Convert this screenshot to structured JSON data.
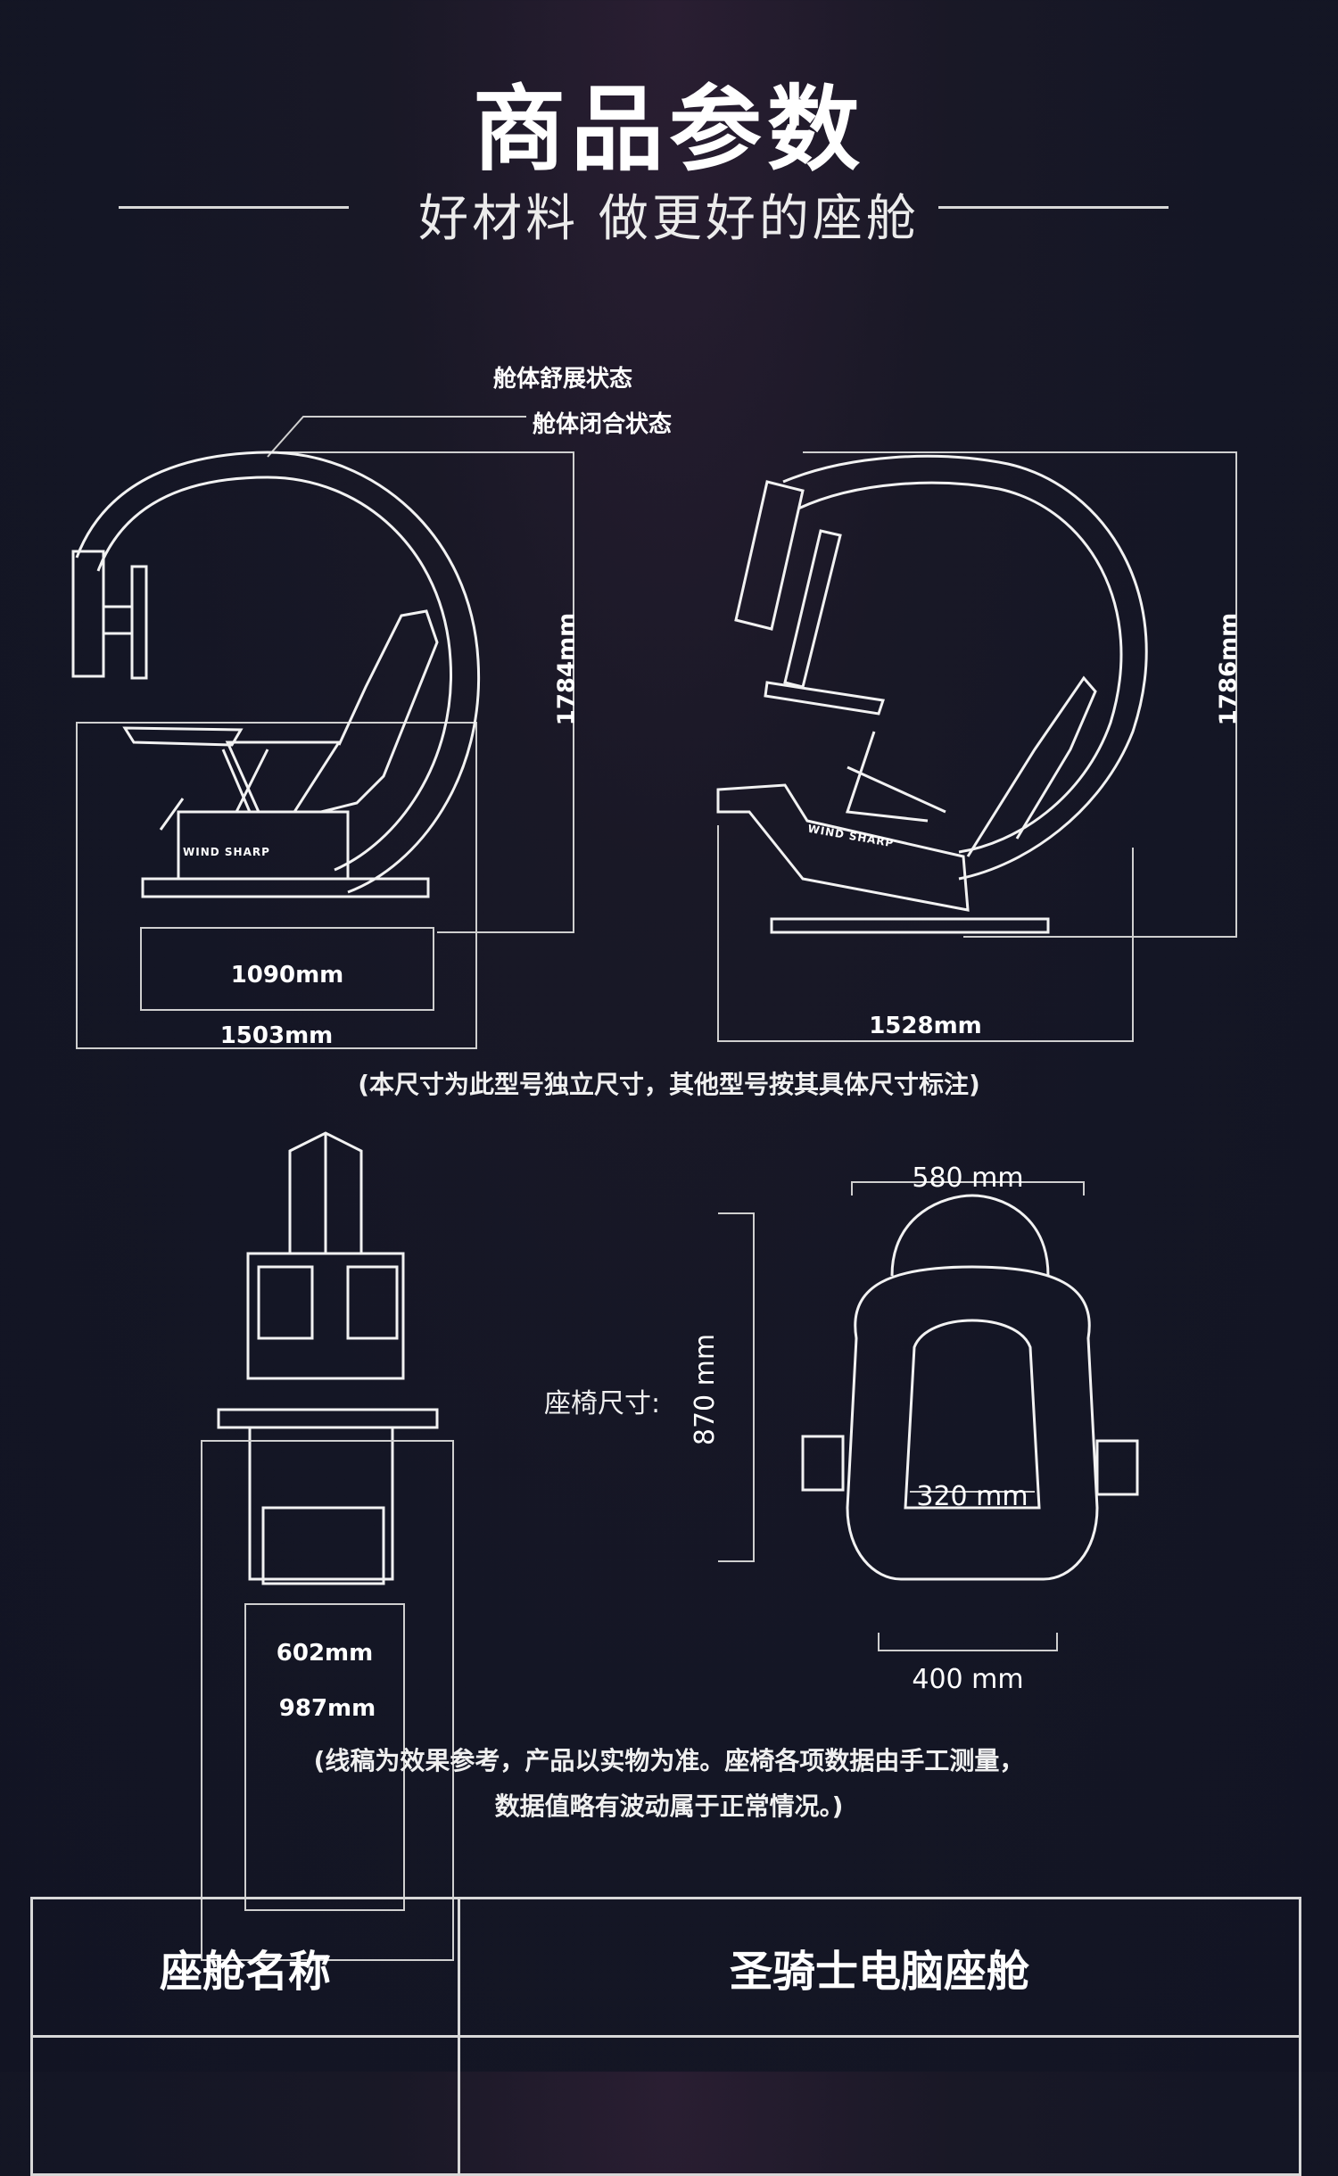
{
  "header": {
    "title": "商品参数",
    "subtitle": "好材料 做更好的座舱"
  },
  "views": {
    "states": {
      "expanded": "舱体舒展状态",
      "closed": "舱体闭合状态"
    },
    "left": {
      "height": "1784mm",
      "inner_width": "1090mm",
      "outer_width": "1503mm"
    },
    "right": {
      "height": "1786mm",
      "width": "1528mm"
    },
    "brand_mark": "WIND SHARP",
    "note": "(本尺寸为此型号独立尺寸，其他型号按其具体尺寸标注)"
  },
  "seat": {
    "front_inner": "602mm",
    "front_outer": "987mm",
    "label": "座椅尺寸:",
    "height": "870 mm",
    "top_width": "580 mm",
    "inner_width": "320 mm",
    "base_width": "400 mm"
  },
  "footnote": {
    "line1": "(线稿为效果参考，产品以实物为准。座椅各项数据由手工测量，",
    "line2": "数据值略有波动属于正常情况。)"
  },
  "spec_table": {
    "rows": [
      {
        "key": "座舱名称",
        "value": "圣骑士电脑座舱"
      },
      {
        "key": "",
        "value": ""
      }
    ]
  }
}
